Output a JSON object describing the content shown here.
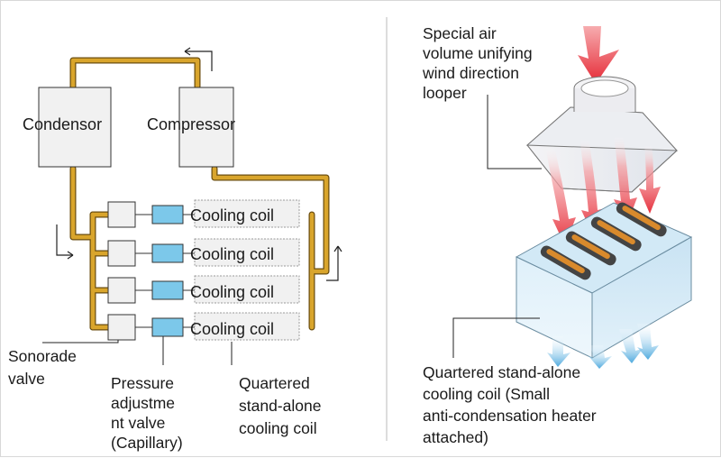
{
  "left": {
    "condensor_label": "Condensor",
    "compressor_label": "Compressor",
    "coil_labels": [
      "Cooling coil",
      "Cooling coil",
      "Cooling coil",
      "Cooling coil"
    ],
    "sonorade_lines": [
      "Sonorade",
      "valve"
    ],
    "pressure_lines": [
      "Pressure",
      "adjustme",
      "nt valve",
      "(Capillary)"
    ],
    "quartered_lines": [
      "Quartered",
      "stand-alone",
      "cooling coil"
    ]
  },
  "right": {
    "looper_lines": [
      "Special air",
      "volume unifying",
      "wind direction",
      "looper"
    ],
    "coil_lines": [
      "Quartered stand-alone",
      "cooling coil (Small",
      "anti-condensation heater",
      "attached)"
    ]
  },
  "colors": {
    "pipe": "#c8961e",
    "pipe_edge": "#6b4e10",
    "box_fill": "#f1f1f1",
    "capillary_fill": "#7cc8ea",
    "red_arrow": "#e41e2b",
    "blue_arrow": "#2e9ad8"
  }
}
